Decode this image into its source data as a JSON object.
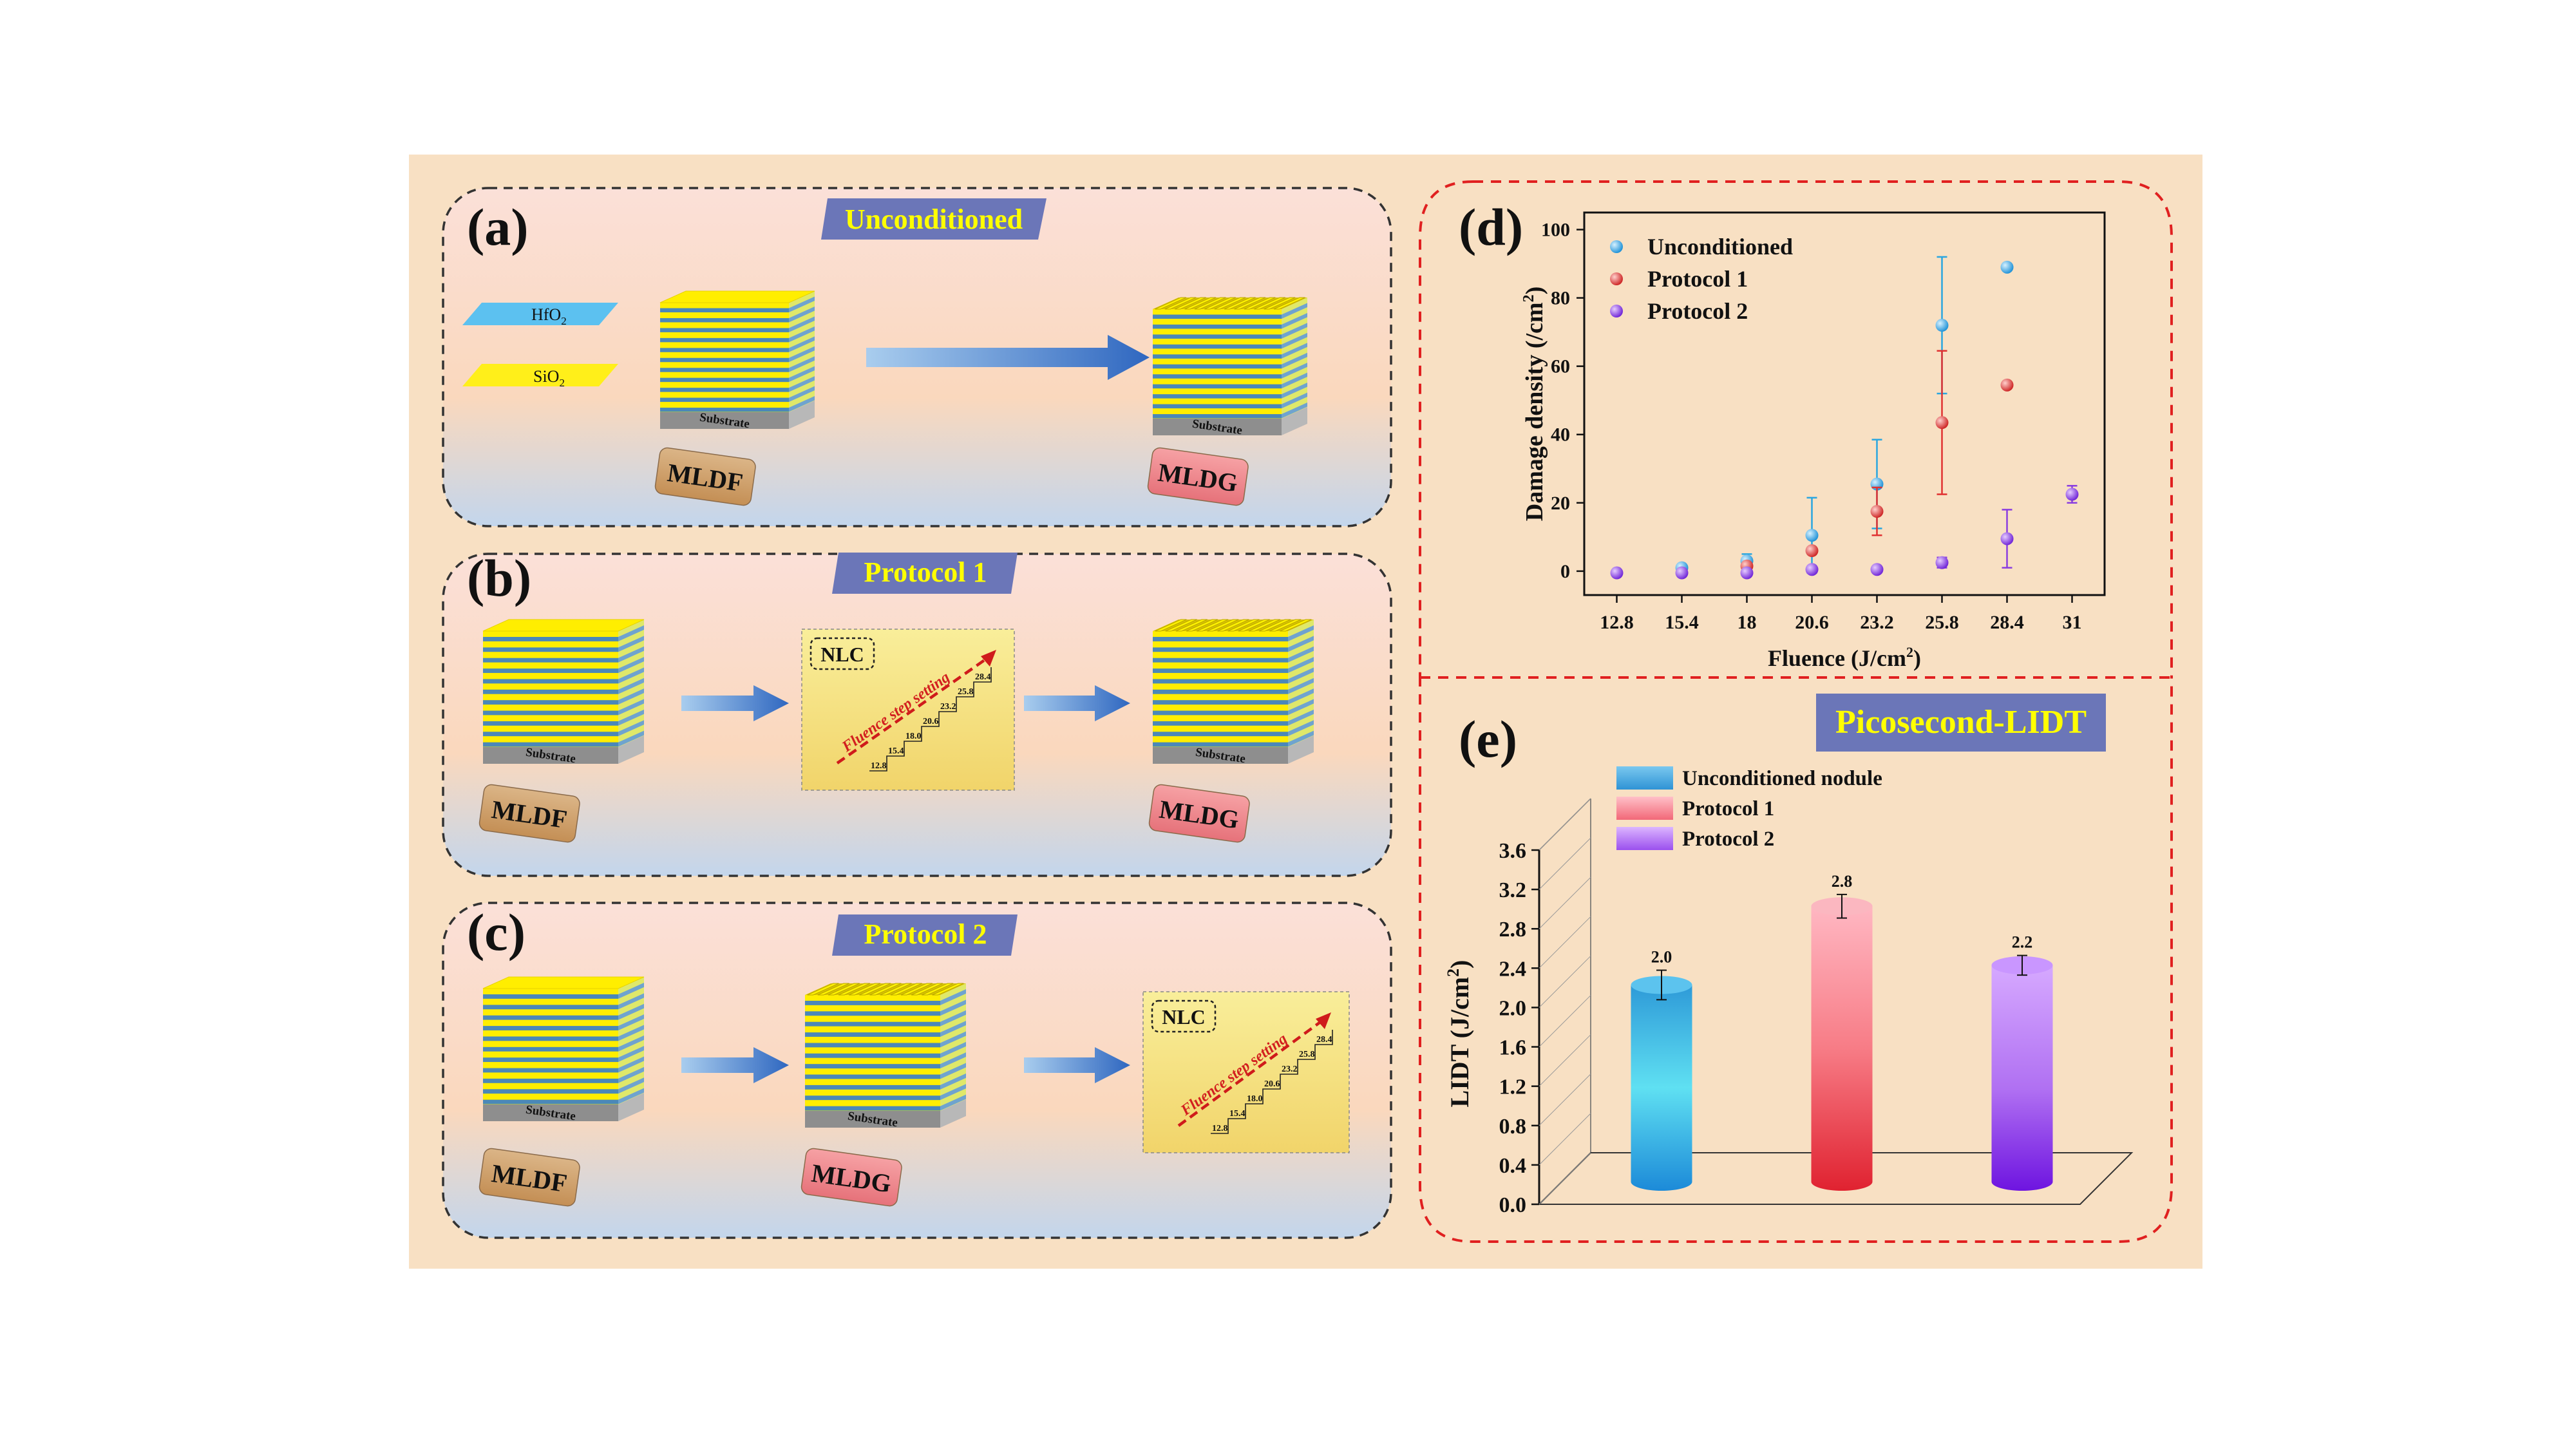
{
  "panels": {
    "a": {
      "label": "(a)",
      "title": "Unconditioned"
    },
    "b": {
      "label": "(b)",
      "title": "Protocol 1"
    },
    "c": {
      "label": "(c)",
      "title": "Protocol 2"
    },
    "d": {
      "label": "(d)"
    },
    "e": {
      "label": "(e)",
      "title": "Picosecond-LIDT"
    }
  },
  "legend_materials": {
    "hfo2": "HfO",
    "sio2": "SiO",
    "subscript": "2"
  },
  "stack_labels": {
    "substrate": "Substrate",
    "mldf": "MLDF",
    "mldg": "MLDG"
  },
  "nlc": {
    "label": "NLC",
    "caption": "Fluence step setting",
    "steps": [
      "12.8",
      "15.4",
      "18.0",
      "20.6",
      "23.2",
      "25.8",
      "28.4"
    ]
  },
  "colors": {
    "background": "#f8e0c3",
    "panel_top": "#fae1d6",
    "panel_bottom": "#c8d7ea",
    "title_bg": "#6b76b8",
    "title_text": "#ffff00",
    "layer_yellow": "#ffee00",
    "layer_blue": "#4b88b8",
    "substrate": "#8a8a8a",
    "mldf_tag": "#cfa46f",
    "mldg_tag": "#ef8a8d",
    "dash_red": "#e02020",
    "series_unconditioned": "#29a6e0",
    "series_protocol1": "#e03030",
    "series_protocol2": "#8a3de0"
  },
  "chart_data": [
    {
      "type": "scatter",
      "xlabel": "Fluence (J/cm",
      "xlabel_sup": "2",
      "xlabel_end": ")",
      "ylabel": "Damage density (/cm",
      "ylabel_sup": "2",
      "ylabel_end": ")",
      "x_ticks": [
        "12.8",
        "15.4",
        "18",
        "20.6",
        "23.2",
        "25.8",
        "28.4",
        "31"
      ],
      "y_ticks": [
        "0",
        "20",
        "40",
        "60",
        "80",
        "100"
      ],
      "ylim": [
        -7,
        105
      ],
      "series": [
        {
          "name": "Unconditioned",
          "color": "#29a6e0",
          "points": [
            [
              15.4,
              1
            ],
            [
              18,
              3
            ],
            [
              20.6,
              10.5
            ],
            [
              23.2,
              25.5
            ],
            [
              25.8,
              72
            ],
            [
              28.4,
              89
            ]
          ],
          "err": [
            0,
            2,
            11,
            13,
            20,
            0
          ]
        },
        {
          "name": "Protocol 1",
          "color": "#e03030",
          "points": [
            [
              18,
              1.5
            ],
            [
              20.6,
              6
            ],
            [
              23.2,
              17.5
            ],
            [
              25.8,
              43.5
            ],
            [
              28.4,
              54.5
            ]
          ],
          "err": [
            0,
            0,
            7,
            21,
            0
          ]
        },
        {
          "name": "Protocol 2",
          "color": "#8a3de0",
          "points": [
            [
              12.8,
              -0.5
            ],
            [
              15.4,
              -0.5
            ],
            [
              18,
              -0.5
            ],
            [
              20.6,
              0.5
            ],
            [
              23.2,
              0.5
            ],
            [
              25.8,
              2.5
            ],
            [
              28.4,
              9.5
            ],
            [
              31,
              22.5
            ]
          ],
          "err": [
            0,
            0,
            0,
            0,
            0,
            1.5,
            8.5,
            2.5
          ]
        }
      ]
    },
    {
      "type": "bar",
      "ylabel": "LIDT (J/cm",
      "ylabel_sup": "2",
      "ylabel_end": ")",
      "y_ticks": [
        "0.0",
        "0.4",
        "0.8",
        "1.2",
        "1.6",
        "2.0",
        "2.4",
        "2.8",
        "3.2",
        "3.6"
      ],
      "ylim": [
        0,
        3.6
      ],
      "categories": [
        "Unconditioned nodule",
        "Protocol 1",
        "Protocol 2"
      ],
      "values": [
        2.0,
        2.8,
        2.2
      ],
      "value_labels": [
        "2.0",
        "2.8",
        "2.2"
      ],
      "err": [
        0.15,
        0.12,
        0.1
      ]
    }
  ]
}
